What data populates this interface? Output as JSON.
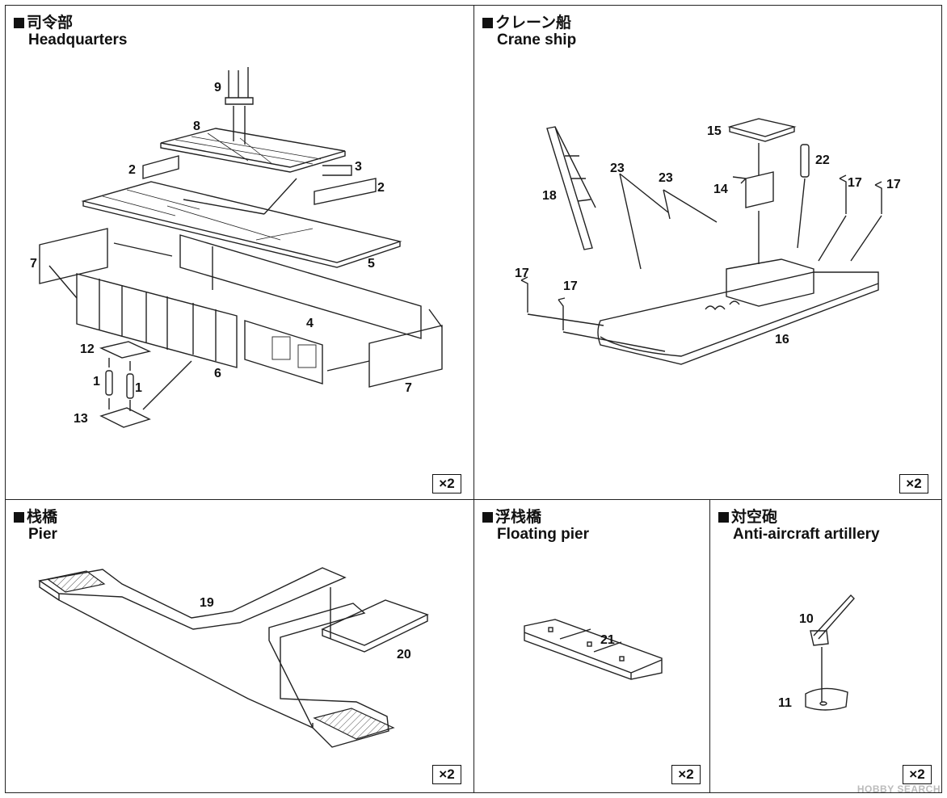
{
  "panels": {
    "headquarters": {
      "title_jp": "司令部",
      "title_en": "Headquarters",
      "quantity": "×2",
      "part_numbers": [
        "9",
        "8",
        "3",
        "2",
        "2",
        "5",
        "7",
        "4",
        "7",
        "12",
        "1",
        "1",
        "6",
        "13"
      ]
    },
    "crane_ship": {
      "title_jp": "クレーン船",
      "title_en": "Crane ship",
      "quantity": "×2",
      "part_numbers": [
        "15",
        "22",
        "23",
        "23",
        "18",
        "14",
        "17",
        "17",
        "17",
        "17",
        "16"
      ]
    },
    "pier": {
      "title_jp": "栈橋",
      "title_en": "Pier",
      "quantity": "×2",
      "part_numbers": [
        "19",
        "20"
      ]
    },
    "floating_pier": {
      "title_jp": "浮栈橋",
      "title_en": "Floating pier",
      "quantity": "×2",
      "part_numbers": [
        "21"
      ]
    },
    "anti_aircraft": {
      "title_jp": "対空砲",
      "title_en": "Anti-aircraft artillery",
      "quantity": "×2",
      "part_numbers": [
        "10",
        "11"
      ]
    }
  },
  "watermark": "HOBBY SEARCH",
  "colors": {
    "line": "#222222",
    "fill": "#ffffff",
    "hatch": "#555555"
  }
}
